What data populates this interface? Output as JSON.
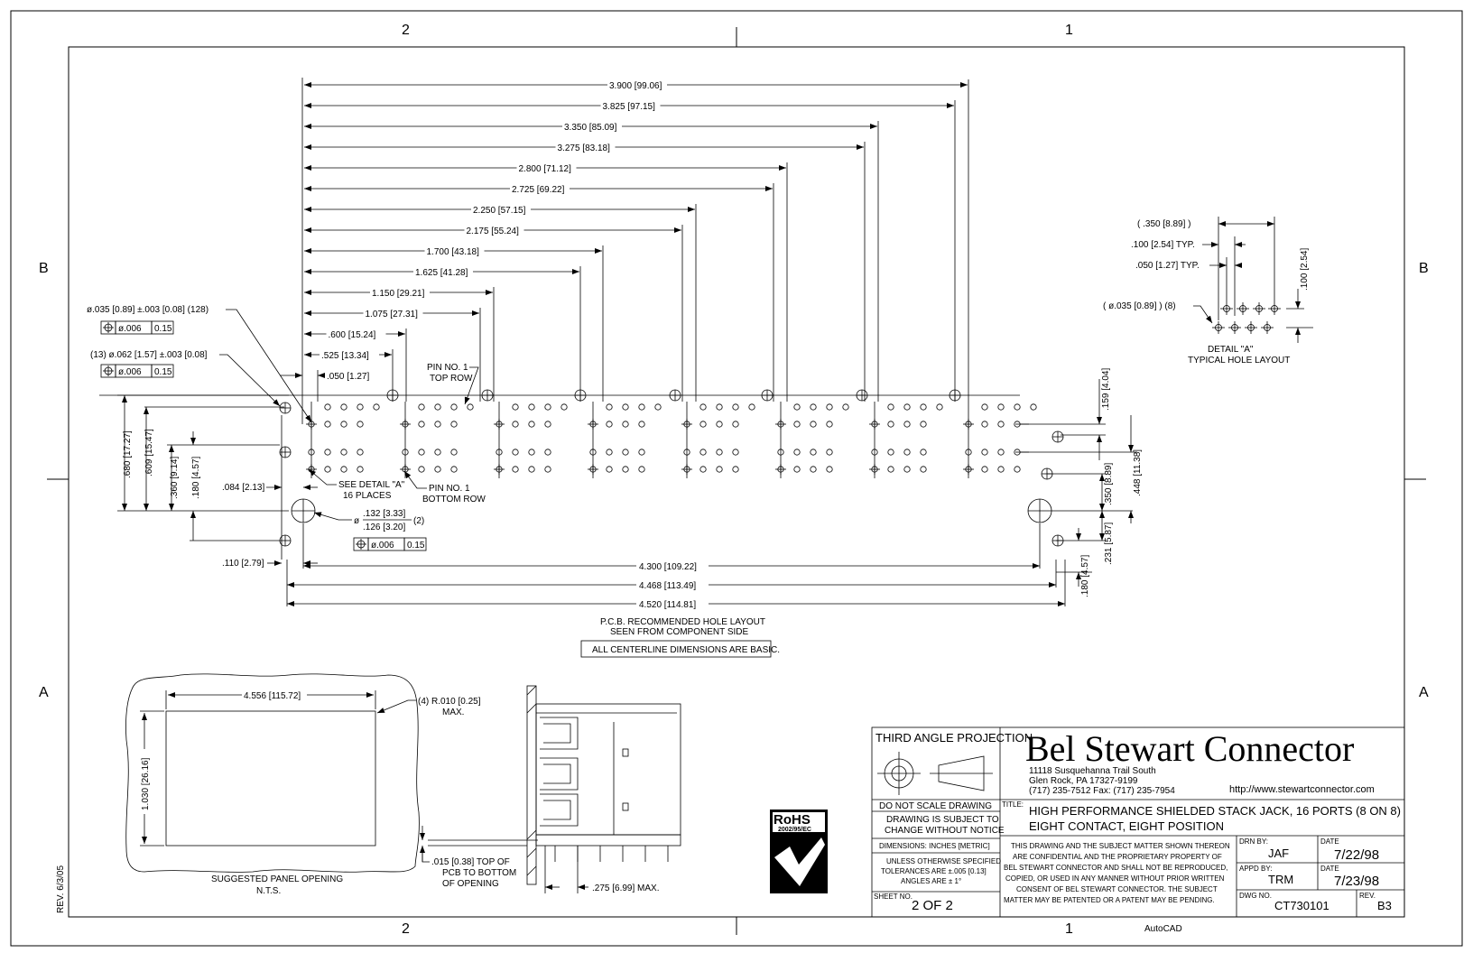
{
  "zones": {
    "top": [
      "2",
      "1"
    ],
    "bottom": [
      "2",
      "1"
    ],
    "left": [
      "B",
      "A"
    ],
    "right": [
      "B",
      "A"
    ]
  },
  "revision_note": "REV. 6/3/05",
  "cad_label": "AutoCAD",
  "top_dimensions": [
    "3.900 [99.06]",
    "3.825 [97.15]",
    "3.350 [85.09]",
    "3.275 [83.18]",
    "2.800 [71.12]",
    "2.725 [69.22]",
    "2.250 [57.15]",
    "2.175 [55.24]",
    "1.700 [43.18]",
    "1.625 [41.28]",
    "1.150 [29.21]",
    "1.075 [27.31]",
    ".600 [15.24]",
    ".525 [13.34]",
    ".050 [1.27]"
  ],
  "callouts": {
    "small_hole": "ø.035 [0.89] ±.003 [0.08] (128)",
    "small_hole_tol": "ø.006",
    "small_hole_tol2": "0.15",
    "mid_hole": "(13) ø.062 [1.57] ±.003 [0.08]",
    "mid_hole_tol": "ø.006",
    "mid_hole_tol2": "0.15",
    "big_hole_top": ".132 [3.33]",
    "big_hole_bottom": ".126 [3.20]",
    "big_hole_count": "(2)",
    "big_hole_tol": "ø.006",
    "big_hole_tol2": "0.15",
    "phi": "ø",
    "pin1_top": [
      "PIN NO. 1",
      "TOP ROW"
    ],
    "pin1_bottom": [
      "PIN NO. 1",
      "BOTTOM ROW"
    ],
    "see_detail": [
      "SEE DETAIL \"A\"",
      "16 PLACES"
    ]
  },
  "left_dimensions": [
    ".680 [17.27]",
    ".609 [15.47]",
    ".360 [9.14]",
    ".180 [4.57]",
    ".084 [2.13]",
    ".110 [2.79]"
  ],
  "right_dimensions": [
    ".159 [4.04]",
    ".350 [8.89]",
    ".448 [11.38]",
    ".231 [5.87]",
    ".180 [4.57]"
  ],
  "bottom_dimensions": [
    "4.300 [109.22]",
    "4.468 [113.49]",
    "4.520 [114.81]"
  ],
  "pcb_note": [
    "P.C.B. RECOMMENDED HOLE LAYOUT",
    "SEEN FROM COMPONENT SIDE"
  ],
  "basic_note": "ALL CENTERLINE DIMENSIONS ARE BASIC.",
  "detail_a": {
    "dims": [
      "( .350 [8.89] )",
      ".100 [2.54] TYP.",
      ".050 [1.27] TYP.",
      "( ø.035 [0.89] ) (8)",
      ".100 [2.54]"
    ],
    "title": [
      "DETAIL \"A\"",
      "TYPICAL HOLE LAYOUT"
    ]
  },
  "panel": {
    "width": "4.556 [115.72]",
    "height": "1.030 [26.16]",
    "radius": [
      "(4) R.010 [0.25]",
      "MAX."
    ],
    "title": [
      "SUGGESTED PANEL OPENING",
      "N.T.S."
    ]
  },
  "side_view": {
    "note": [
      ".015 [0.38] TOP OF",
      "PCB TO BOTTOM",
      "OF OPENING"
    ],
    "dim": ".275 [6.99] MAX."
  },
  "rohs": {
    "label": "RoHS",
    "sub": "2002/95/EC"
  },
  "title_block": {
    "projection": "THIRD ANGLE PROJECTION",
    "company": "Bel Stewart Connector",
    "address": [
      "11118 Susquehanna Trail South",
      "Glen Rock, PA  17327-9199",
      "(717) 235-7512  Fax: (717) 235-7954"
    ],
    "url": "http://www.stewartconnector.com",
    "no_scale": "DO NOT SCALE DRAWING",
    "subject_change": [
      "DRAWING IS SUBJECT TO",
      "CHANGE WITHOUT NOTICE"
    ],
    "units": "DIMENSIONS: INCHES [METRIC]",
    "tolerances": [
      "UNLESS OTHERWISE SPECIFIED",
      "TOLERANCES ARE ±.005 [0.13]",
      "ANGLES ARE ± 1°"
    ],
    "sheet_label": "SHEET NO.",
    "sheet": "2  OF  2",
    "title_label": "TITLE:",
    "title": [
      "HIGH PERFORMANCE SHIELDED STACK JACK, 16 PORTS (8 ON 8)",
      "EIGHT CONTACT, EIGHT POSITION"
    ],
    "confidential": [
      "THIS DRAWING AND THE SUBJECT MATTER SHOWN THEREON",
      "ARE CONFIDENTIAL AND THE PROPRIETARY PROPERTY OF",
      "BEL STEWART CONNECTOR AND SHALL NOT BE REPRODUCED,",
      "COPIED, OR USED IN ANY MANNER WITHOUT PRIOR WRITTEN",
      "CONSENT OF BEL STEWART CONNECTOR.  THE SUBJECT",
      "MATTER MAY BE PATENTED OR A PATENT MAY BE PENDING."
    ],
    "drn_label": "DRN BY:",
    "drn": "JAF",
    "date_label": "DATE",
    "drn_date": "7/22/98",
    "appd_label": "APPD BY:",
    "appd": "TRM",
    "appd_date": "7/23/98",
    "dwg_label": "DWG NO.",
    "dwg": "CT730101",
    "rev_label": "REV.",
    "rev": "B3"
  }
}
